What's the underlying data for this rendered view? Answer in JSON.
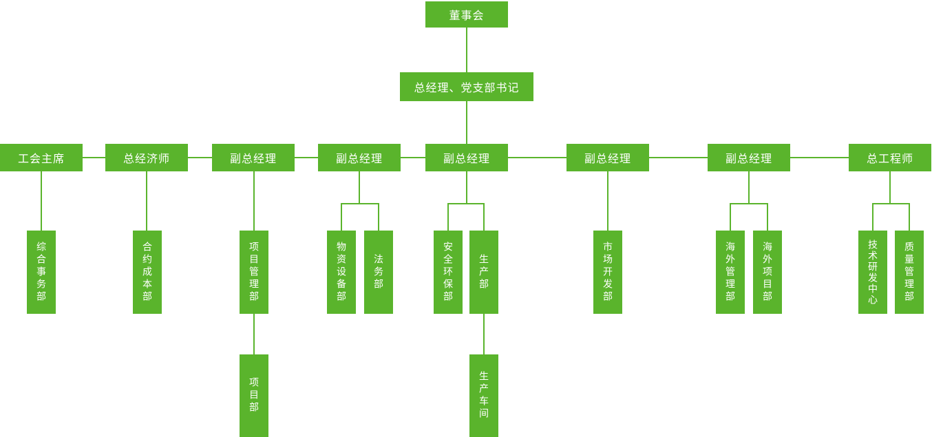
{
  "chart": {
    "type": "org-chart",
    "colors": {
      "node_fill": "#5ab42c",
      "node_text": "#ffffff",
      "connector": "#5ab42c",
      "background": "#ffffff"
    },
    "root": {
      "label": "董事会"
    },
    "executive": {
      "label": "总经理、党支部书记"
    },
    "managers": [
      {
        "label": "工会主席",
        "departments": [
          {
            "label": "综合事务部"
          }
        ]
      },
      {
        "label": "总经济师",
        "departments": [
          {
            "label": "合约成本部"
          }
        ]
      },
      {
        "label": "副总经理",
        "departments": [
          {
            "label": "项目管理部",
            "children": [
              {
                "label": "项目部"
              }
            ]
          }
        ]
      },
      {
        "label": "副总经理",
        "departments": [
          {
            "label": "物资设备部"
          },
          {
            "label": "法务部"
          }
        ]
      },
      {
        "label": "副总经理",
        "departments": [
          {
            "label": "安全环保部"
          },
          {
            "label": "生产部",
            "children": [
              {
                "label": "生产车间"
              }
            ]
          }
        ]
      },
      {
        "label": "副总经理",
        "departments": [
          {
            "label": "市场开发部"
          }
        ]
      },
      {
        "label": "副总经理",
        "departments": [
          {
            "label": "海外管理部"
          },
          {
            "label": "海外项目部"
          }
        ]
      },
      {
        "label": "总工程师",
        "departments": [
          {
            "label": "技术研发中心"
          },
          {
            "label": "质量管理部"
          }
        ]
      }
    ]
  }
}
